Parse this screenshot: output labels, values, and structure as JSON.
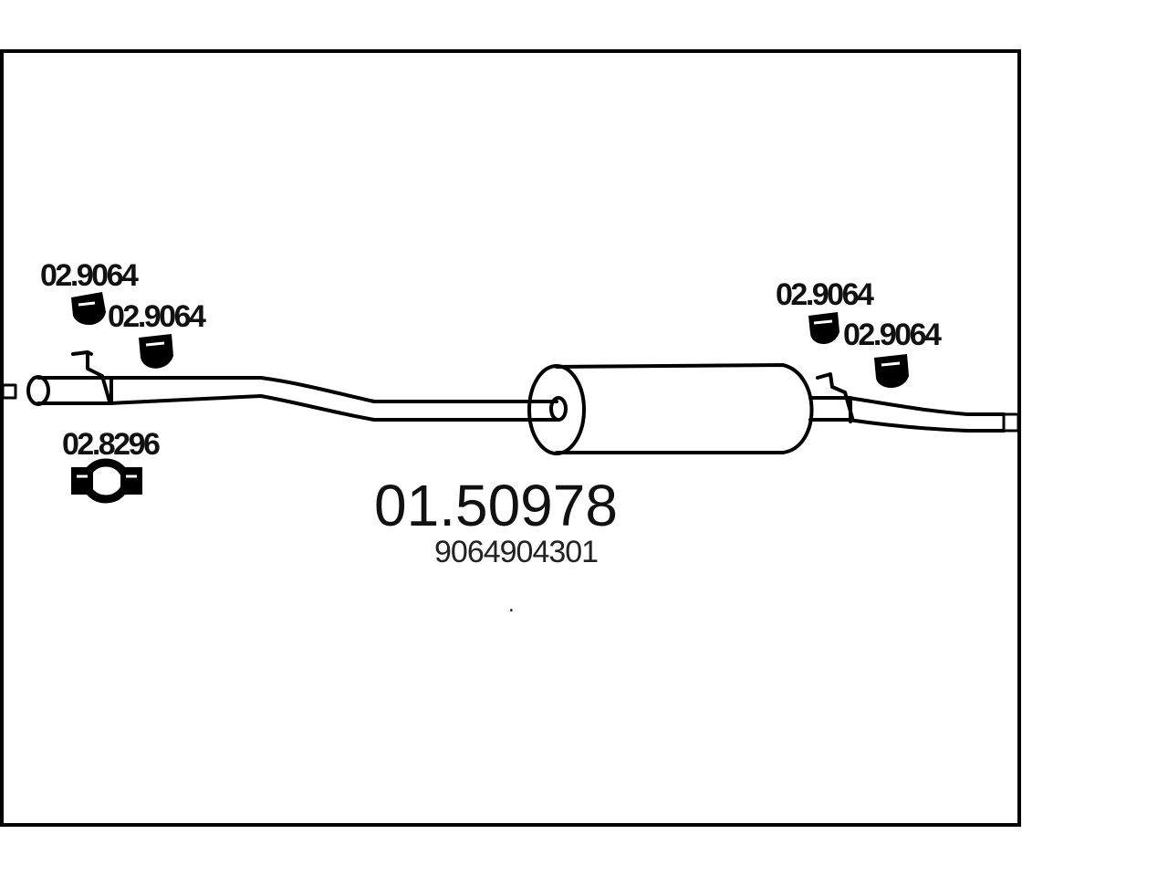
{
  "diagram": {
    "part_number": "01.50978",
    "oe_number": "9064904301",
    "dot": ".",
    "components": [
      {
        "id": "hanger-front-1",
        "label": "02.9064"
      },
      {
        "id": "hanger-front-2",
        "label": "02.9064"
      },
      {
        "id": "clamp-front",
        "label": "02.8296"
      },
      {
        "id": "hanger-rear-1",
        "label": "02.9064"
      },
      {
        "id": "hanger-rear-2",
        "label": "02.9064"
      }
    ]
  },
  "colors": {
    "line": "#000000",
    "background": "#ffffff",
    "text": "#111111"
  }
}
